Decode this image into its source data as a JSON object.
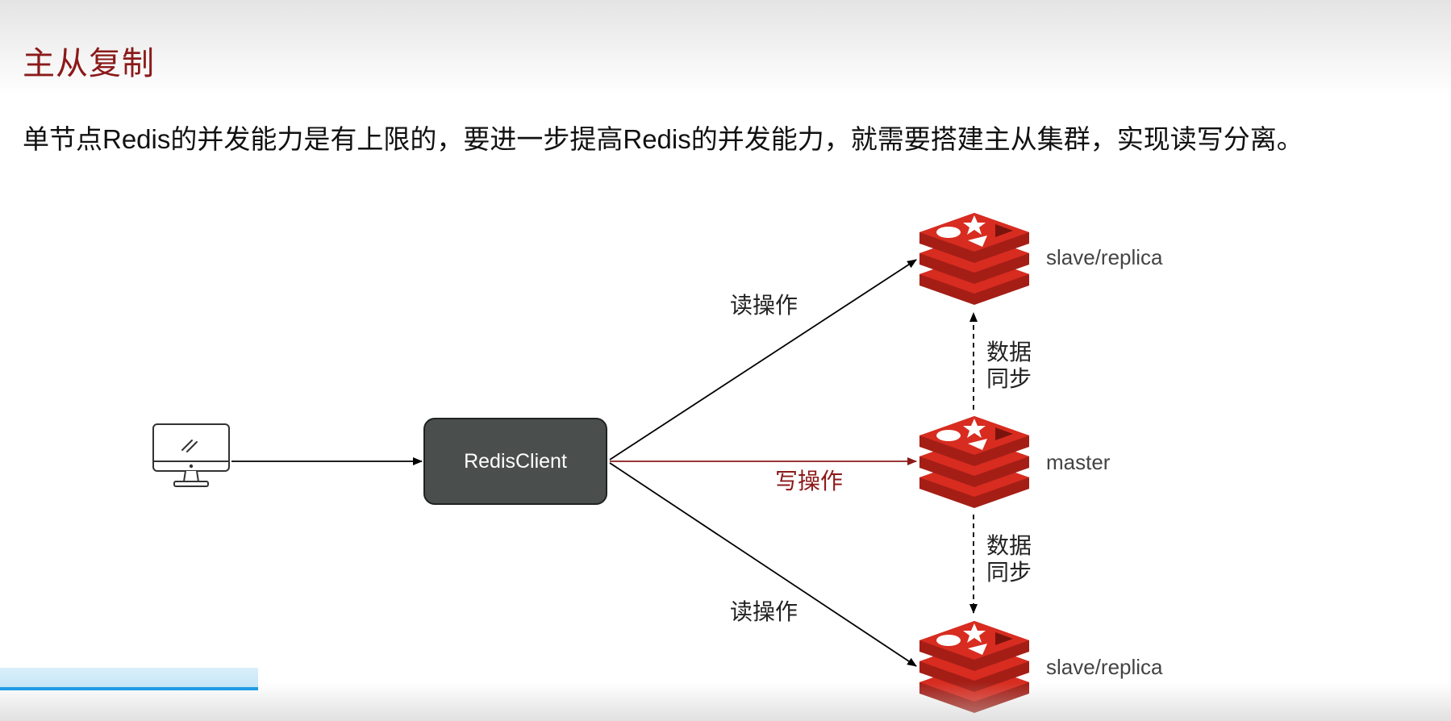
{
  "slide": {
    "title": "主从复制",
    "subtitle": "单节点Redis的并发能力是有上限的，要进一步提高Redis的并发能力，就需要搭建主从集群，实现读写分离。"
  },
  "diagram": {
    "client_label": "RedisClient",
    "edges": {
      "read_top": "读操作",
      "write": "写操作",
      "read_bottom": "读操作",
      "sync_top_line1": "数据",
      "sync_top_line2": "同步",
      "sync_bottom_line1": "数据",
      "sync_bottom_line2": "同步"
    },
    "nodes": {
      "top": "slave/replica",
      "middle": "master",
      "bottom": "slave/replica"
    },
    "colors": {
      "title": "#8b1a1a",
      "write_edge": "#8b1a1a",
      "redis_red": "#d82c20",
      "client_box": "#4a4f4e"
    }
  }
}
